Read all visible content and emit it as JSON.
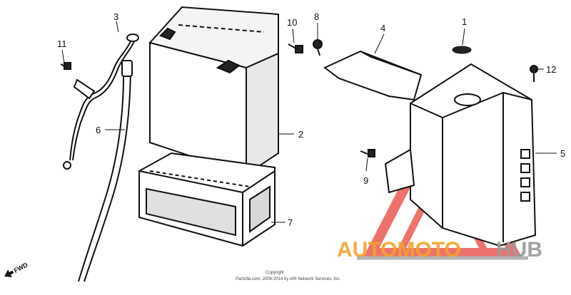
{
  "callouts": {
    "c1": "1",
    "c2": "2",
    "c3": "3",
    "c4": "4",
    "c5": "5",
    "c6": "6",
    "c7": "7",
    "c8": "8",
    "c9": "9",
    "c10": "10",
    "c11": "11",
    "c12": "12"
  },
  "fwd_label": "FWD",
  "copyright": {
    "line1": "Copyright",
    "line2": "Partzilla.com, 2004-2014 by ARI Network Services, Inc."
  },
  "watermark": {
    "part1": "AUTOMOTO",
    "part2": "HUB",
    "color_orange": "#f3a22c",
    "color_red": "#e8433a",
    "color_gray": "#9a9a9a"
  }
}
